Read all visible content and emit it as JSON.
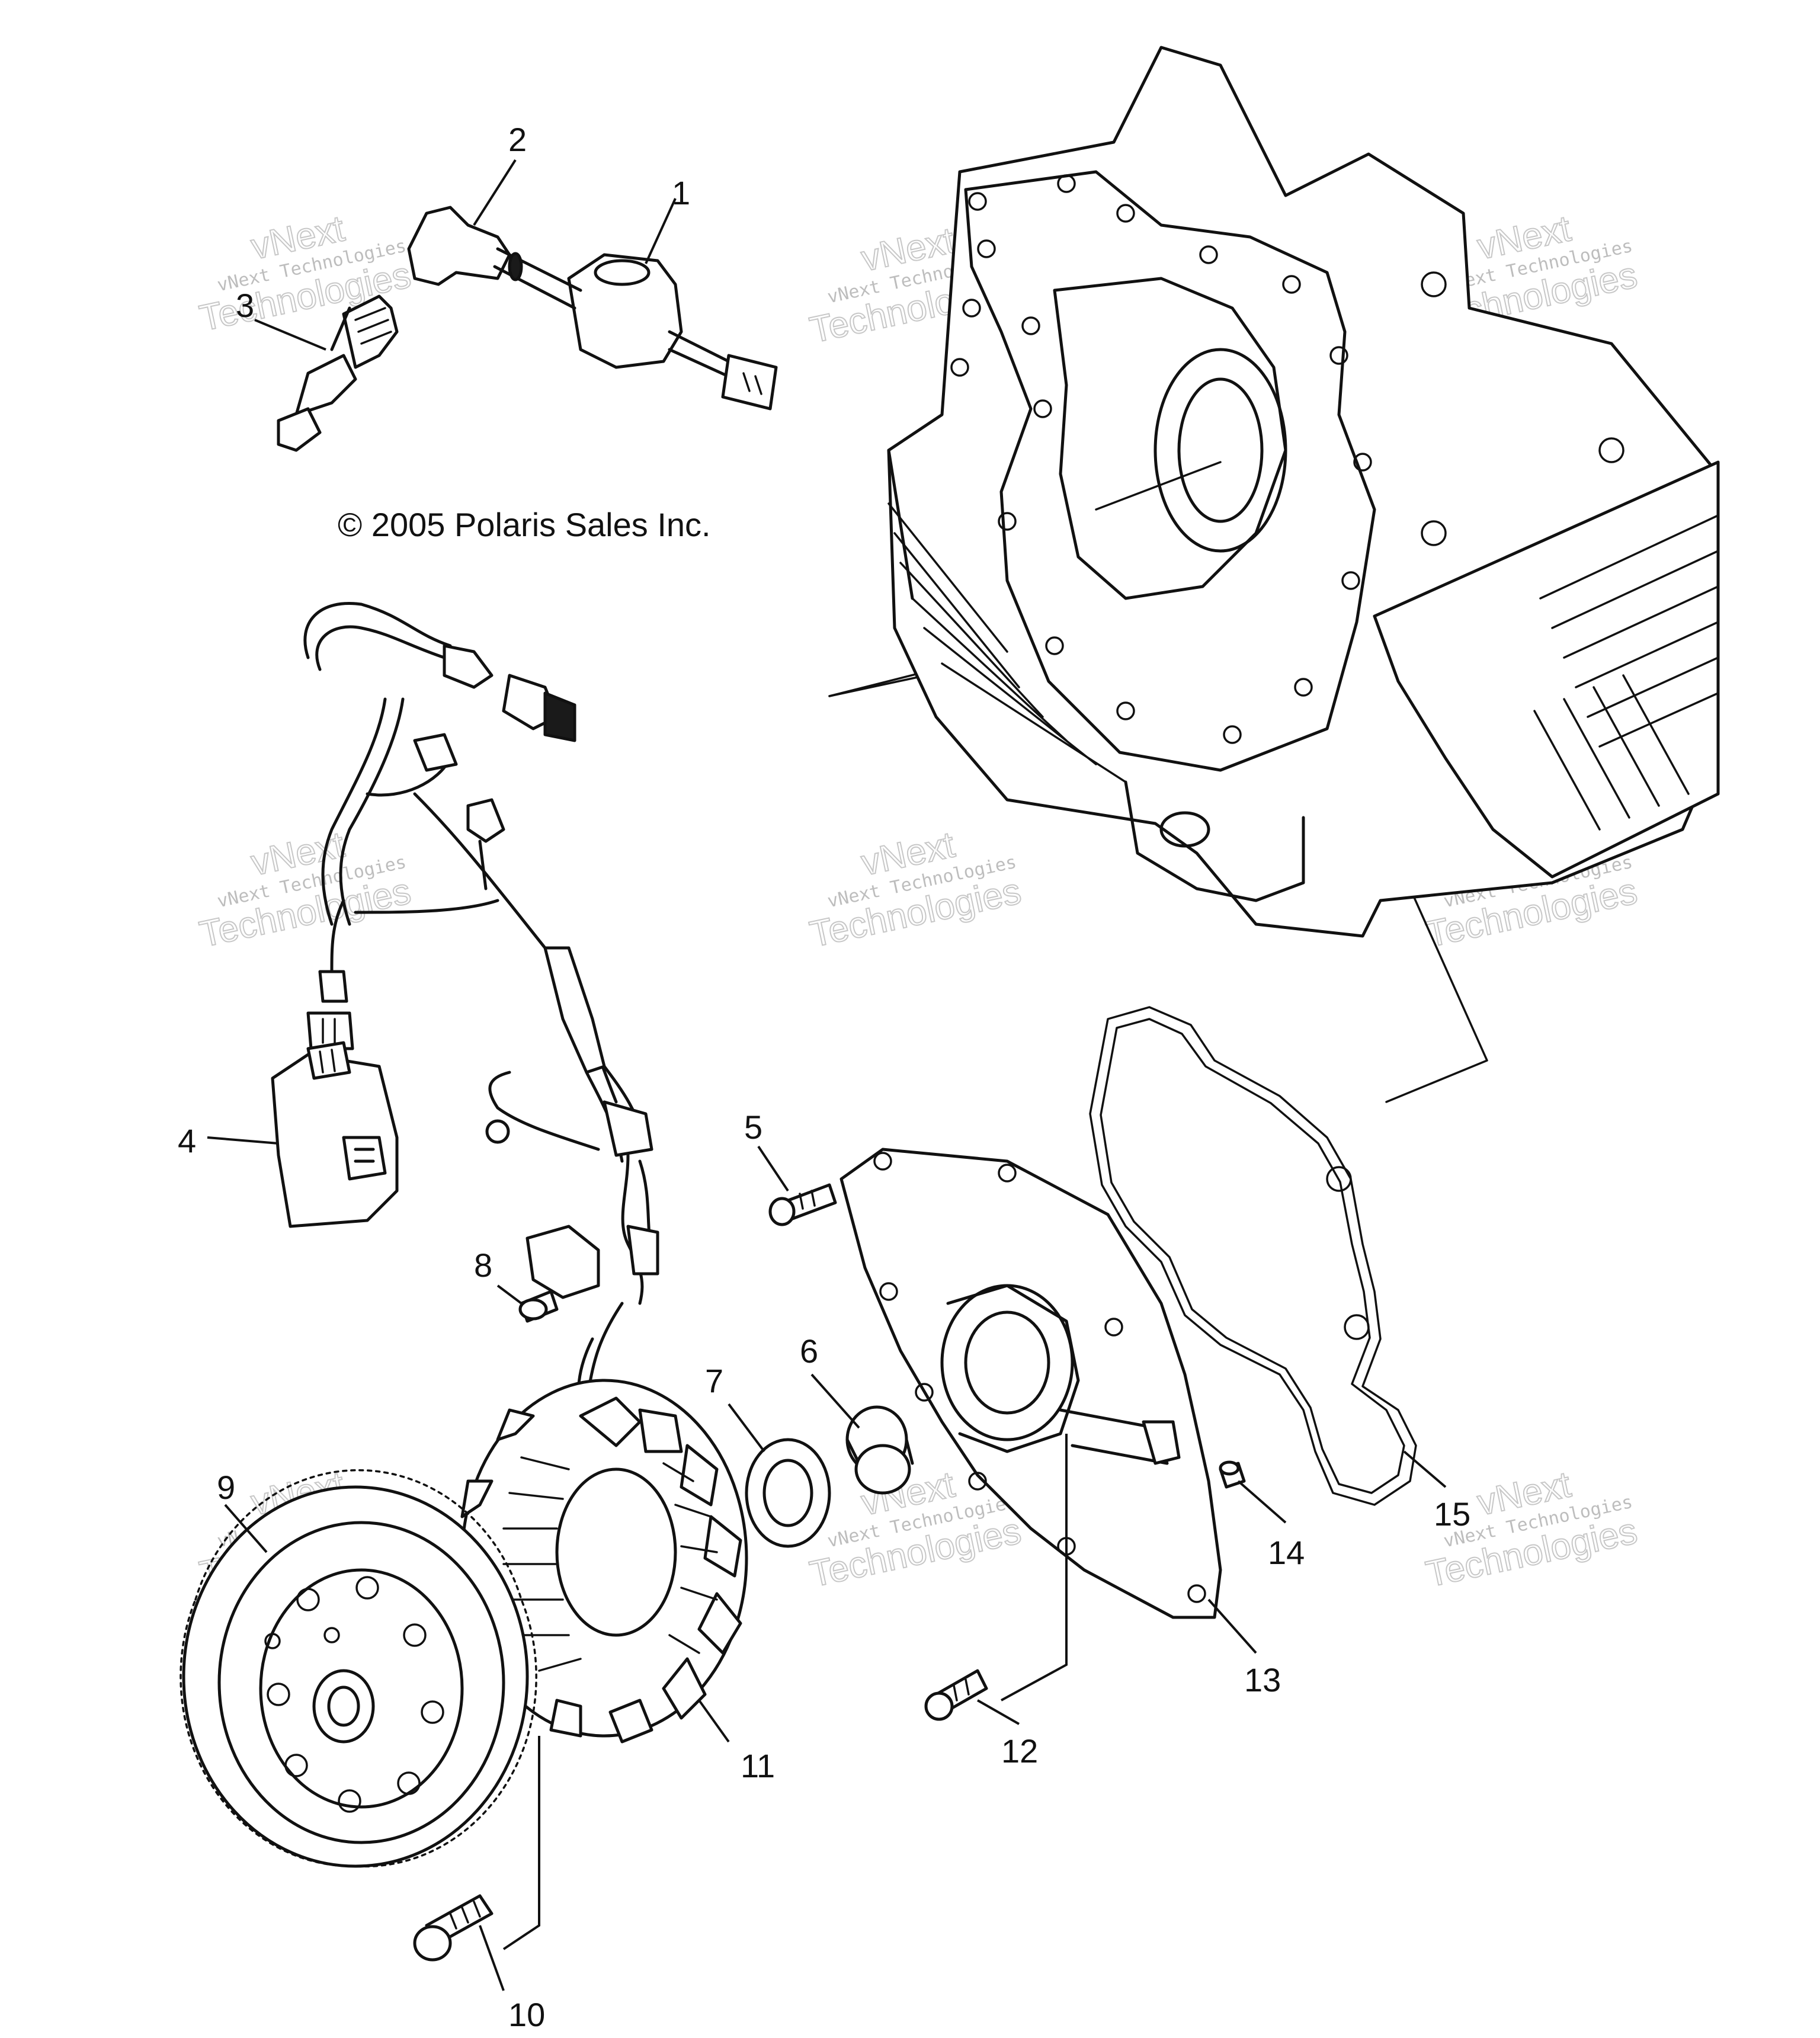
{
  "copyright": "© 2005 Polaris Sales Inc.",
  "watermark": {
    "small": "vNext Technologies",
    "big_top": "vNext",
    "big_bottom": "Technologies"
  },
  "callouts": [
    "1",
    "2",
    "3",
    "4",
    "5",
    "6",
    "7",
    "8",
    "9",
    "10",
    "11",
    "12",
    "13",
    "14",
    "15"
  ],
  "line_color": "#111111",
  "background": "#ffffff"
}
